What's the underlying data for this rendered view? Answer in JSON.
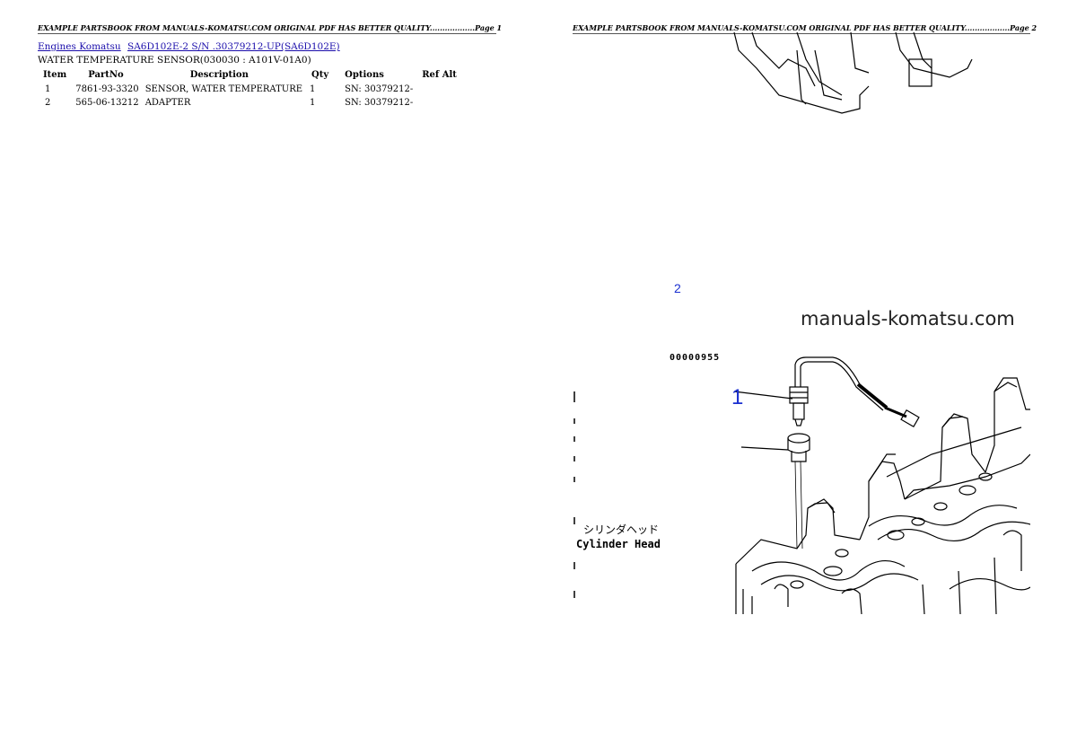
{
  "header": {
    "page1": "EXAMPLE PARTSBOOK FROM MANUALS-KOMATSU.COM ORIGINAL PDF HAS BETTER QUALITY..................Page 1",
    "page2": "EXAMPLE PARTSBOOK FROM MANUALS-KOMATSU.COM ORIGINAL PDF HAS BETTER QUALITY..................Page 2"
  },
  "breadcrumb": {
    "link1": "Engines Komatsu",
    "link2": "SA6D102E-2 S/N .30379212-UP(SA6D102E)"
  },
  "subtitle": "WATER TEMPERATURE SENSOR(030030 : A101V-01A0)",
  "table": {
    "headers": [
      "Item",
      "PartNo",
      "Description",
      "Qty",
      "Options",
      "Ref Alt"
    ],
    "rows": [
      [
        "1",
        "7861-93-3320",
        "SENSOR, WATER TEMPERATURE",
        "1",
        "SN: 30379212-",
        ""
      ],
      [
        "2",
        "565-06-13212",
        "ADAPTER",
        "1",
        "SN: 30379212-",
        ""
      ]
    ]
  },
  "drawing": {
    "callout2": "2",
    "watermark": "manuals-komatsu.com",
    "drawing_no": "00000955",
    "callout1": "1",
    "label_jp": "シリンダヘッド",
    "label_en": "Cylinder Head"
  }
}
